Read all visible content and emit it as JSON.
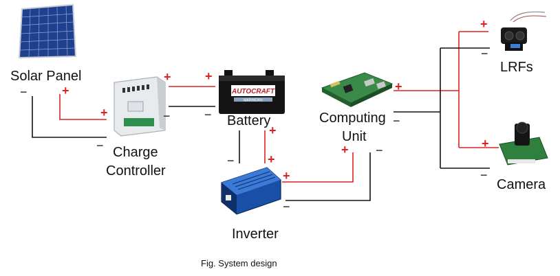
{
  "components": {
    "solar_panel": "Solar Panel",
    "charge_controller_line1": "Charge",
    "charge_controller_line2": "Controller",
    "battery": "Battery",
    "inverter": "Inverter",
    "computing_unit_line1": "Computing",
    "computing_unit_line2": "Unit",
    "lrfs": "LRFs",
    "camera": "Camera"
  },
  "brand": {
    "battery_logo": "AUTOCRAFT",
    "battery_sublabel": "MARINE/RV"
  },
  "signs": {
    "plus": "+",
    "minus": "−"
  },
  "caption": "Fig. System design",
  "colors": {
    "positive_wire": "#e02020",
    "negative_wire": "#111111",
    "panel_blue": "#1f3f8f",
    "inverter_blue": "#1f5fbf",
    "board_green": "#2f7f3f"
  }
}
